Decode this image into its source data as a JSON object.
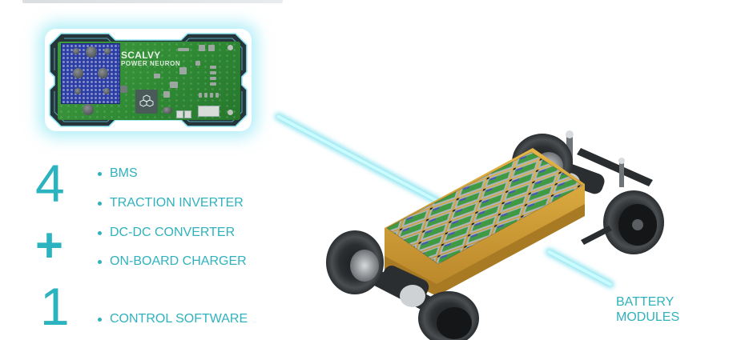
{
  "header": {
    "cut_off_title": ""
  },
  "board": {
    "title": "SCALVY",
    "subtitle": "POWER NEURON",
    "frame_color": "#2b3a3e",
    "glow_color": "#78e1f0",
    "pcb_color": "#2f8a34",
    "heatsink_color": "#2c3ea6"
  },
  "summary": {
    "numbers": [
      {
        "label": "4"
      },
      {
        "label": "+"
      },
      {
        "label": "1"
      }
    ],
    "items": [
      {
        "label": "BMS"
      },
      {
        "label": "TRACTION INVERTER"
      },
      {
        "label": "DC-DC CONVERTER"
      },
      {
        "label": "ON-BOARD CHARGER"
      },
      {
        "label": "CONTROL SOFTWARE"
      }
    ],
    "accent_color": "#2fb2bd"
  },
  "illustration": {
    "callout_label_line1": "BATTERY",
    "callout_label_line2": "MODULES",
    "battery_tray_color": "#d8a433",
    "module_color": "#3f9a43"
  }
}
